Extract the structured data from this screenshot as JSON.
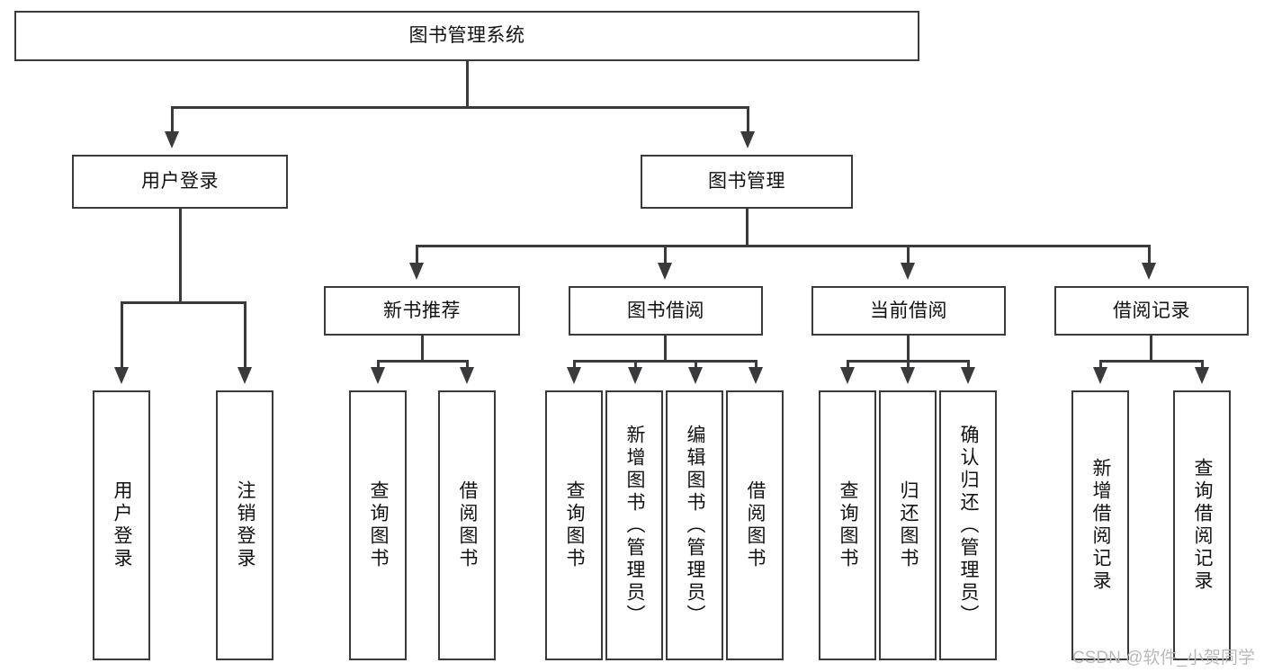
{
  "diagram": {
    "type": "tree",
    "title": "图书管理系统",
    "watermark": "CSDN @软件_小贺同学",
    "colors": {
      "background": "#ffffff",
      "border": "#3a3a3c",
      "text": "#111111",
      "watermark": "#b9b9b9"
    },
    "root": {
      "label": "图书管理系统"
    },
    "level2": [
      {
        "label": "用户登录"
      },
      {
        "label": "图书管理"
      }
    ],
    "level3": [
      {
        "label": "新书推荐"
      },
      {
        "label": "图书借阅"
      },
      {
        "label": "当前借阅"
      },
      {
        "label": "借阅记录"
      }
    ],
    "leaves": [
      {
        "label": "用户登录",
        "parent": "用户登录"
      },
      {
        "label": "注销登录",
        "parent": "用户登录"
      },
      {
        "label": "查询图书",
        "parent": "新书推荐"
      },
      {
        "label": "借阅图书",
        "parent": "新书推荐"
      },
      {
        "label": "查询图书",
        "parent": "图书借阅"
      },
      {
        "label": "新增图书（管理员）",
        "parent": "图书借阅"
      },
      {
        "label": "编辑图书（管理员）",
        "parent": "图书借阅"
      },
      {
        "label": "借阅图书",
        "parent": "图书借阅"
      },
      {
        "label": "查询图书",
        "parent": "当前借阅"
      },
      {
        "label": "归还图书",
        "parent": "当前借阅"
      },
      {
        "label": "确认归还（管理员）",
        "parent": "当前借阅"
      },
      {
        "label": "新增借阅记录",
        "parent": "借阅记录"
      },
      {
        "label": "查询借阅记录",
        "parent": "借阅记录"
      }
    ]
  }
}
